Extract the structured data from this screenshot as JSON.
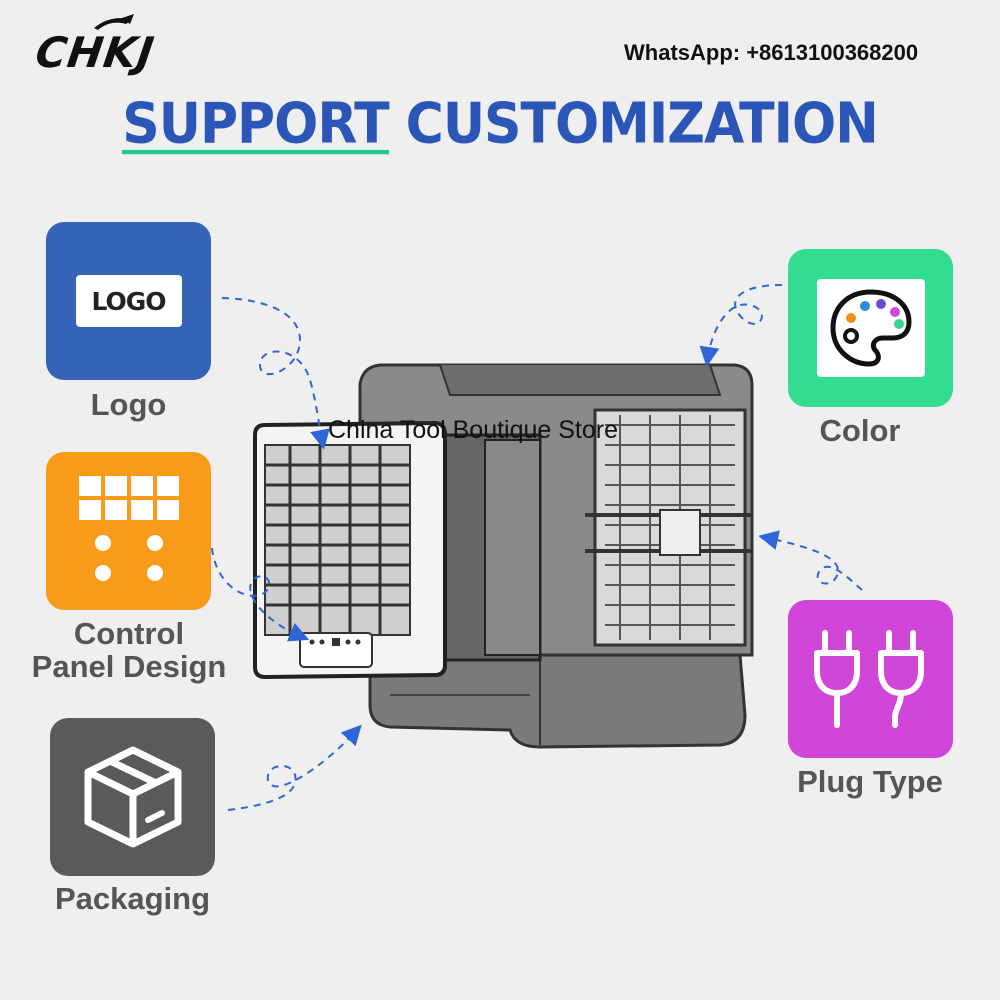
{
  "brand": {
    "name": "CHKJ"
  },
  "contact": {
    "whatsapp": "WhatsApp:  +8613100368200"
  },
  "headline": {
    "word1": "SUPPORT",
    "word2": "CUSTOMIZATION"
  },
  "watermark": "China Tool Boutique Store",
  "tiles": {
    "logo": {
      "chip_text": "LOGO",
      "label": "Logo",
      "color": "#3563b8"
    },
    "control_panel": {
      "label_line1": "Control",
      "label_line2": "Panel Design",
      "color": "#f89a1a"
    },
    "packaging": {
      "label": "Packaging",
      "color": "#5a5a5a"
    },
    "color": {
      "label": "Color",
      "color": "#33dd90"
    },
    "plug_type": {
      "label": "Plug Type",
      "color": "#d145d9"
    }
  },
  "colors": {
    "headline": "#2b56b8",
    "underline": "#22c98a",
    "arrow": "#2f66d6",
    "label": "#555555"
  },
  "icons": [
    "logo-chip",
    "control-grid-icon",
    "box-icon",
    "palette-icon",
    "plug-icon"
  ]
}
